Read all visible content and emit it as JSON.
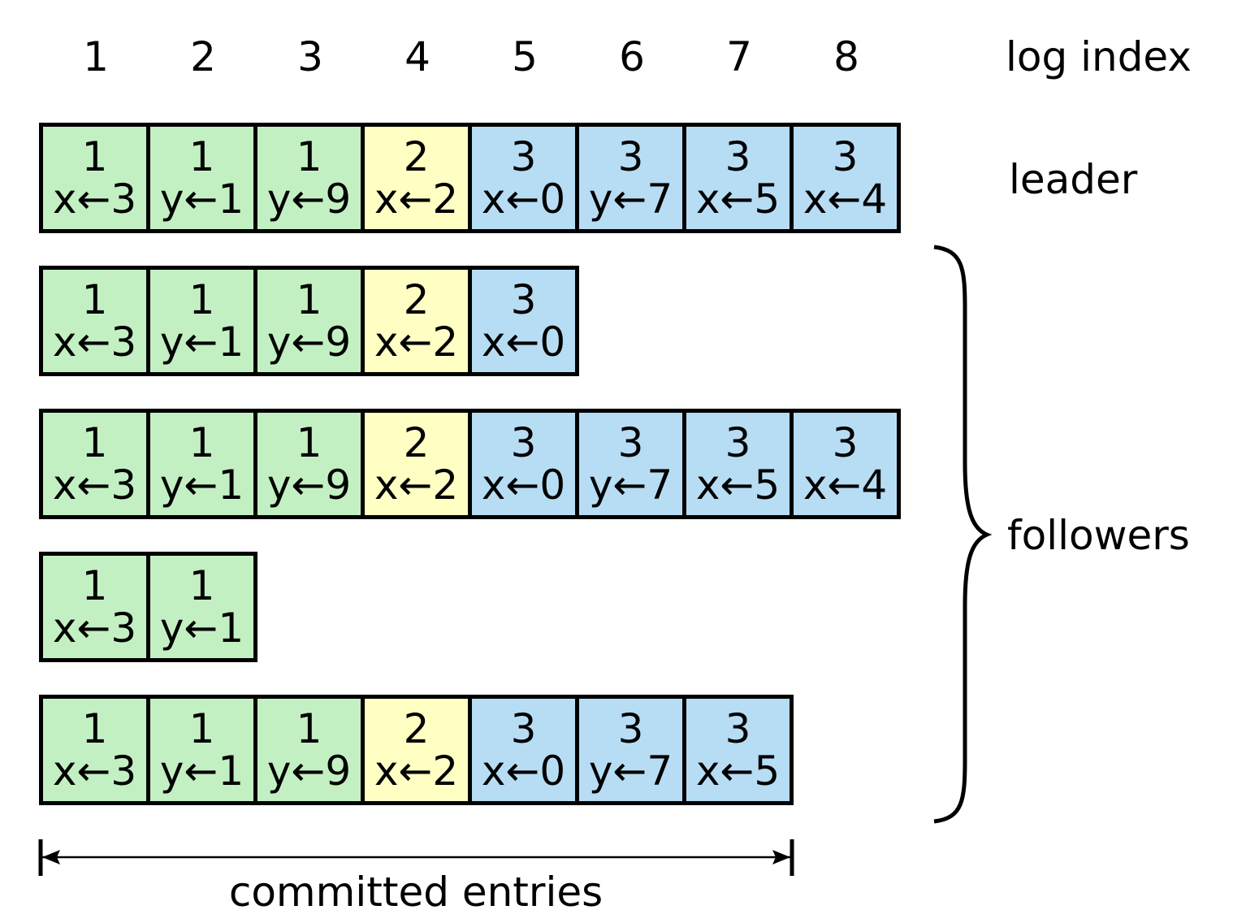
{
  "log_index": {
    "label": "log index",
    "values": [
      "1",
      "2",
      "3",
      "4",
      "5",
      "6",
      "7",
      "8"
    ]
  },
  "term_colors": {
    "1": "#c3f0c3",
    "2": "#ffffc3",
    "3": "#b7ddf4"
  },
  "leader": {
    "label": "leader",
    "entries": [
      {
        "term": "1",
        "command": "x←3"
      },
      {
        "term": "1",
        "command": "y←1"
      },
      {
        "term": "1",
        "command": "y←9"
      },
      {
        "term": "2",
        "command": "x←2"
      },
      {
        "term": "3",
        "command": "x←0"
      },
      {
        "term": "3",
        "command": "y←7"
      },
      {
        "term": "3",
        "command": "x←5"
      },
      {
        "term": "3",
        "command": "x←4"
      }
    ]
  },
  "followers": {
    "label": "followers",
    "logs": [
      {
        "entries": [
          {
            "term": "1",
            "command": "x←3"
          },
          {
            "term": "1",
            "command": "y←1"
          },
          {
            "term": "1",
            "command": "y←9"
          },
          {
            "term": "2",
            "command": "x←2"
          },
          {
            "term": "3",
            "command": "x←0"
          }
        ]
      },
      {
        "entries": [
          {
            "term": "1",
            "command": "x←3"
          },
          {
            "term": "1",
            "command": "y←1"
          },
          {
            "term": "1",
            "command": "y←9"
          },
          {
            "term": "2",
            "command": "x←2"
          },
          {
            "term": "3",
            "command": "x←0"
          },
          {
            "term": "3",
            "command": "y←7"
          },
          {
            "term": "3",
            "command": "x←5"
          },
          {
            "term": "3",
            "command": "x←4"
          }
        ]
      },
      {
        "entries": [
          {
            "term": "1",
            "command": "x←3"
          },
          {
            "term": "1",
            "command": "y←1"
          }
        ]
      },
      {
        "entries": [
          {
            "term": "1",
            "command": "x←3"
          },
          {
            "term": "1",
            "command": "y←1"
          },
          {
            "term": "1",
            "command": "y←9"
          },
          {
            "term": "2",
            "command": "x←2"
          },
          {
            "term": "3",
            "command": "x←0"
          },
          {
            "term": "3",
            "command": "y←7"
          },
          {
            "term": "3",
            "command": "x←5"
          }
        ]
      }
    ]
  },
  "committed": {
    "label": "committed entries",
    "through_index": 7
  }
}
